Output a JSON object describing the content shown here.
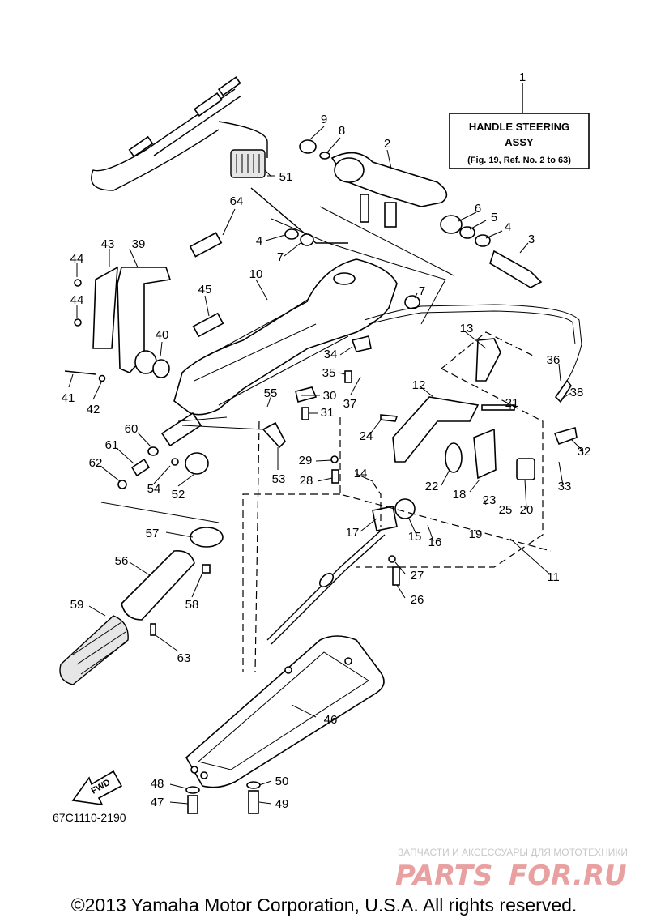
{
  "diagram": {
    "assembly_box": {
      "ref_number": "1",
      "line1": "HANDLE STEERING",
      "line2": "ASSY",
      "line3": "(Fig. 19, Ref. No. 2 to 63)"
    },
    "part_code": "67C1110-2190",
    "fwd_label": "FWD",
    "callouts": [
      "2",
      "3",
      "4",
      "5",
      "6",
      "7",
      "8",
      "9",
      "10",
      "11",
      "12",
      "13",
      "14",
      "15",
      "16",
      "17",
      "18",
      "19",
      "20",
      "21",
      "22",
      "23",
      "24",
      "25",
      "26",
      "27",
      "28",
      "29",
      "30",
      "31",
      "32",
      "33",
      "34",
      "35",
      "36",
      "37",
      "38",
      "39",
      "40",
      "41",
      "42",
      "43",
      "44",
      "45",
      "46",
      "47",
      "48",
      "49",
      "50",
      "51",
      "52",
      "53",
      "54",
      "55",
      "56",
      "57",
      "58",
      "59",
      "60",
      "61",
      "62",
      "63",
      "64",
      "4b",
      "7b",
      "44b"
    ],
    "callout_text": {
      "2": "2",
      "3": "3",
      "4": "4",
      "5": "5",
      "6": "6",
      "7": "7",
      "8": "8",
      "9": "9",
      "10": "10",
      "11": "11",
      "12": "12",
      "13": "13",
      "14": "14",
      "15": "15",
      "16": "16",
      "17": "17",
      "18": "18",
      "19": "19",
      "20": "20",
      "21": "21",
      "22": "22",
      "23": "23",
      "24": "24",
      "25": "25",
      "26": "26",
      "27": "27",
      "28": "28",
      "29": "29",
      "30": "30",
      "31": "31",
      "32": "32",
      "33": "33",
      "34": "34",
      "35": "35",
      "36": "36",
      "37": "37",
      "38": "38",
      "39": "39",
      "40": "40",
      "41": "41",
      "42": "42",
      "43": "43",
      "44": "44",
      "45": "45",
      "46": "46",
      "47": "47",
      "48": "48",
      "49": "49",
      "50": "50",
      "51": "51",
      "52": "52",
      "53": "53",
      "54": "54",
      "55": "55",
      "56": "56",
      "57": "57",
      "58": "58",
      "59": "59",
      "60": "60",
      "61": "61",
      "62": "62",
      "63": "63",
      "64": "64",
      "4b": "4",
      "7b": "7",
      "44b": "44"
    }
  },
  "watermark": {
    "tagline": "ЗАПЧАСТИ И АКСЕССУАРЫ ДЛЯ МОТОТЕХНИКИ",
    "logo_part1": "PARTS",
    "logo_part2": "FOR.RU",
    "color_red": "#e8a0a0",
    "color_gray": "#bdbdbd"
  },
  "footer": {
    "copyright": "©2013 Yamaha Motor Corporation, U.S.A. All rights reserved."
  }
}
